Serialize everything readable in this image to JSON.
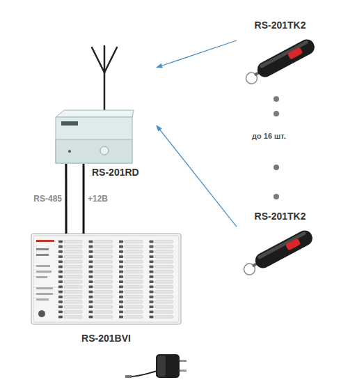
{
  "diagram": {
    "nodes": [
      {
        "text": [
          "RS-201TK2"
        ]
      },
      {
        "text": [
          "RS-201RD"
        ]
      },
      {
        "text": [
          "RS-201TK2"
        ]
      },
      {
        "text": [
          "RS-201BVI"
        ]
      }
    ],
    "edges": [
      {
        "from": 0,
        "to": 1,
        "arrow": "to"
      },
      {
        "from": 2,
        "to": 1,
        "arrow": "to"
      },
      {
        "from": 1,
        "to": 3,
        "label": "RS-485",
        "arrow": "none"
      },
      {
        "from": 1,
        "to": 3,
        "label": "+12В",
        "arrow": "none"
      }
    ],
    "labels": [
      "до 16 шт."
    ]
  }
}
